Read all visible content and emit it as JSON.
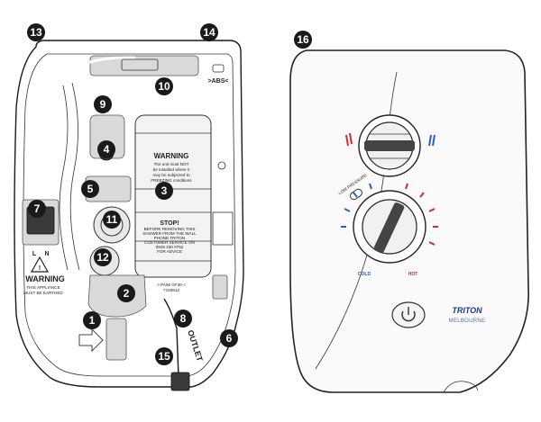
{
  "badges": [
    "1",
    "2",
    "3",
    "4",
    "5",
    "6",
    "7",
    "8",
    "9",
    "10",
    "11",
    "12",
    "13",
    "14",
    "15",
    "16"
  ],
  "interior": {
    "warning_top_title": "WARNING",
    "warning_top_lines": [
      "The unit must NOT",
      "be installed where it",
      "may be subjected to",
      "FREEZING conditions"
    ],
    "stop_title": "STOP!",
    "stop_lines": [
      "BEFORE REMOVING THIS",
      "SHOWER FROM THE WALL",
      "PHONE TRITON",
      "CUSTOMER SERVICE ON",
      "0845 330 0752",
      "FOR ADVICE"
    ],
    "page_ref": "> PA66 GF30 <",
    "part_no": "7100813",
    "earth_title": "WARNING",
    "earth_lines": [
      "THIS APPLIANCE",
      "MUST BE EARTHED"
    ],
    "abs_mark": ">ABS<",
    "outlet": "OUTLET",
    "terminal_letters": [
      "L",
      "N"
    ]
  },
  "front": {
    "low_pressure": "LOW PRESSURE",
    "cold": "COLD",
    "hot": "HOT",
    "brand": "TRITON",
    "model": "MELBOURNE",
    "colors": {
      "cold": "#2a5bd7",
      "hot": "#d62b2b",
      "badge": "#1a1a1a"
    }
  }
}
